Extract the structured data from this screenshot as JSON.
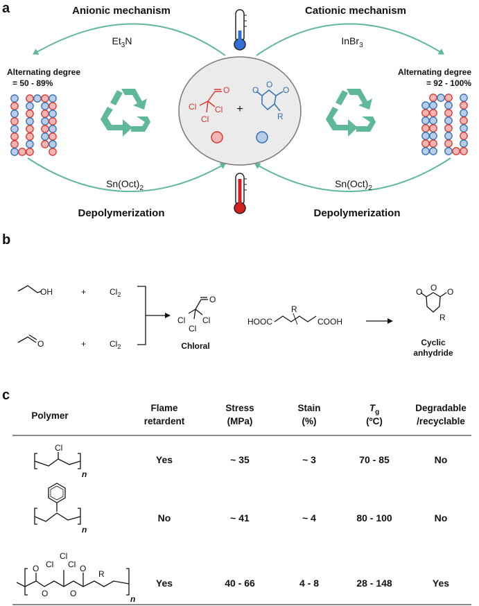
{
  "panel_a": {
    "label": "a",
    "anionic": {
      "title": "Anionic mechanism",
      "catalyst": "Et",
      "catalyst_sub": "3",
      "catalyst_tail": "N"
    },
    "cationic": {
      "title": "Cationic mechanism",
      "catalyst": "InBr",
      "catalyst_sub": "3"
    },
    "left_degree": {
      "title": "Alternating degree",
      "value": "= 50 - 89%"
    },
    "right_degree": {
      "title": "Alternating degree",
      "value": "= 92 - 100%"
    },
    "depoly_left": {
      "catalyst": "Sn(Oct)",
      "catalyst_sub": "2",
      "title": "Depolymerization"
    },
    "depoly_right": {
      "catalyst": "Sn(Oct)",
      "catalyst_sub": "2",
      "title": "Depolymerization"
    },
    "center": {
      "cl1": "Cl",
      "cl2": "Cl",
      "cl3": "Cl",
      "o1": "O",
      "plus": "+",
      "o2": "O",
      "o3": "O",
      "o4": "O",
      "r": "R"
    },
    "colors": {
      "red": "#d9342b",
      "blue": "#2f6db5",
      "teal": "#5db89b",
      "red_bead": "#f3b6b4",
      "blue_bead": "#b8cdea"
    }
  },
  "panel_b": {
    "label": "b",
    "oh": "OH",
    "o_ald": "O",
    "plus1": "+",
    "plus2": "+",
    "cl2a": "Cl",
    "cl2a_sub": "2",
    "cl2b": "Cl",
    "cl2b_sub": "2",
    "chloral_label": "Chloral",
    "chloral": {
      "o": "O",
      "cl1": "Cl",
      "cl2": "Cl",
      "cl3": "Cl"
    },
    "diacid": {
      "left": "HOOC",
      "right": "COOH",
      "r": "R"
    },
    "anhydride": {
      "label1": "Cyclic",
      "label2": "anhydride",
      "o1": "O",
      "o2": "O",
      "o3": "O",
      "r": "R"
    }
  },
  "panel_c": {
    "label": "c",
    "headers": [
      [
        "Polymer"
      ],
      [
        "Flame",
        "retardent"
      ],
      [
        "Stress",
        "(MPa)"
      ],
      [
        "Stain",
        "(%)"
      ],
      [
        "T",
        "(ºC)"
      ],
      [
        "Degradable",
        "/recyclable"
      ]
    ],
    "tg_sub": "g",
    "rows": [
      {
        "cells": [
          "Yes",
          "~ 35",
          "~ 3",
          "70 - 85",
          "No"
        ],
        "struct": {
          "cl": "Cl",
          "n": "n"
        }
      },
      {
        "cells": [
          "No",
          "~ 41",
          "~ 4",
          "80 - 100",
          "No"
        ],
        "struct": {
          "n": "n"
        }
      },
      {
        "cells": [
          "Yes",
          "40 - 66",
          "4 - 8",
          "28 - 148",
          "Yes"
        ],
        "struct": {
          "cl1": "Cl",
          "cl2": "Cl",
          "cl3": "Cl",
          "o1": "O",
          "o2": "O",
          "o3": "O",
          "o4": "O",
          "r": "R",
          "n": "n"
        }
      }
    ]
  }
}
